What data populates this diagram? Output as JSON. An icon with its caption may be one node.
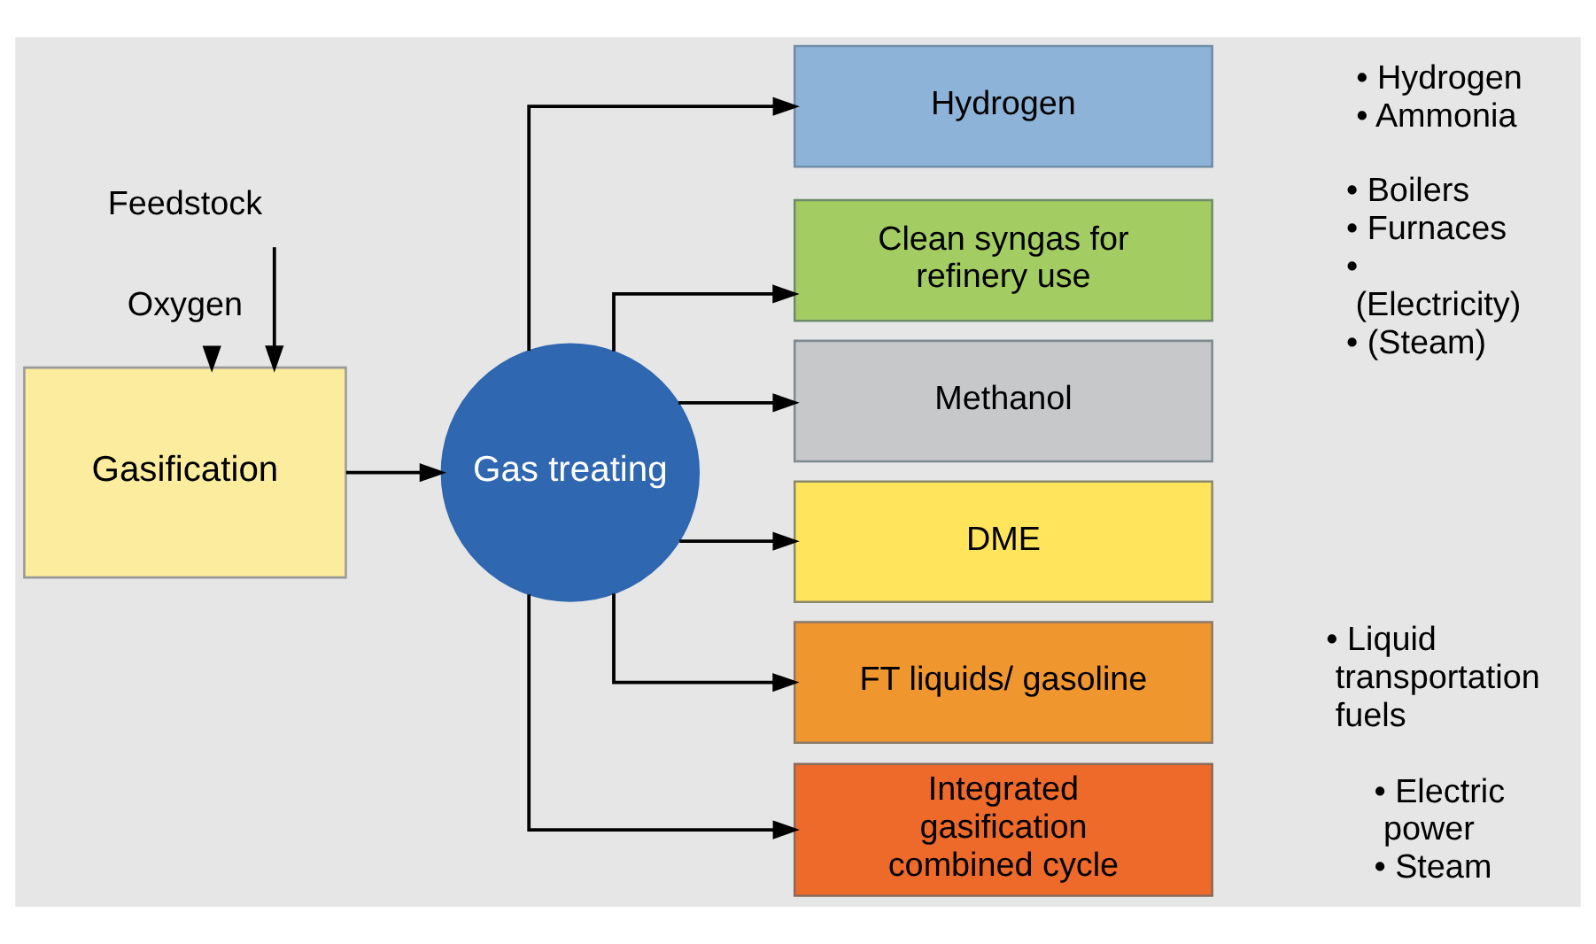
{
  "diagram": {
    "nodes": [
      {
        "text": [
          "Feedstock"
        ]
      },
      {
        "text": [
          "Gasification"
        ]
      },
      {
        "text": [
          "Oxygen"
        ]
      },
      {
        "text": [
          "Gas treating"
        ]
      },
      {
        "text": [
          "Hydrogen"
        ],
        "beside": [
          "• Hydrogen",
          "• Ammonia"
        ]
      },
      {
        "text": [
          "Clean syngas for refinery use"
        ],
        "beside": [
          "• Boilers",
          "• Furnaces",
          "• (Electricity)",
          "• (Steam)"
        ]
      },
      {
        "text": [
          "Methanol"
        ]
      },
      {
        "text": [
          "DME"
        ]
      },
      {
        "text": [
          "FT liquids/ gasoline"
        ],
        "beside": [
          "• Liquid transportation fuels"
        ]
      },
      {
        "text": [
          "Integrated gasification combined cycle"
        ],
        "beside": [
          "• Electric power",
          "• Steam"
        ]
      }
    ],
    "edges": [
      {
        "from": 0,
        "to": 1,
        "arrow": "to"
      },
      {
        "from": 2,
        "to": 1,
        "arrow": "to"
      },
      {
        "from": 1,
        "to": 3,
        "arrow": "to"
      },
      {
        "from": 3,
        "to": 4,
        "arrow": "to"
      },
      {
        "from": 3,
        "to": 5,
        "arrow": "to"
      },
      {
        "from": 3,
        "to": 6,
        "arrow": "to"
      },
      {
        "from": 3,
        "to": 7,
        "arrow": "to"
      },
      {
        "from": 3,
        "to": 8,
        "arrow": "to"
      },
      {
        "from": 3,
        "to": 9,
        "arrow": "to"
      }
    ]
  }
}
